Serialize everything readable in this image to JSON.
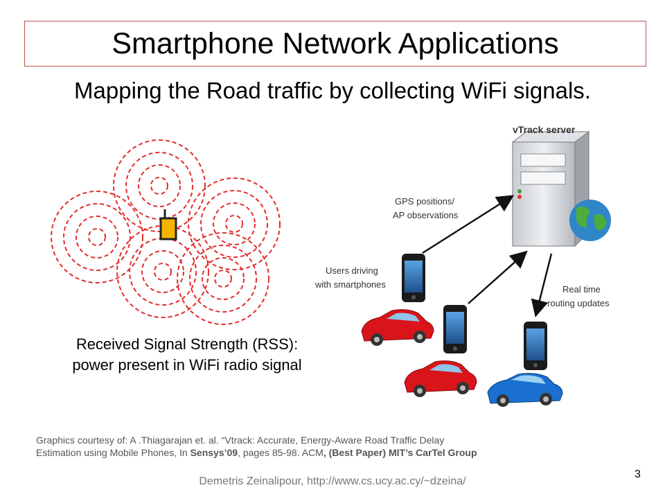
{
  "slide": {
    "title": "Smartphone Network Applications",
    "subtitle": "Mapping the Road traffic by collecting WiFi signals.",
    "rss_caption_line1": "Received Signal Strength (RSS):",
    "rss_caption_line2": "power present in WiFi radio signal",
    "figure_labels": {
      "server": "vTrack server",
      "gps_line1": "GPS positions/",
      "gps_line2": "AP observations",
      "users_line1": "Users driving",
      "users_line2": "with smartphones",
      "realtime_line1": "Real time",
      "realtime_line2": "routing updates"
    },
    "credits": {
      "prefix": "Graphics courtesy of: A .Thiagarajan et. al. “Vtrack: Accurate, Energy-Aware Road Traffic Delay",
      "line2_prefix": "Estimation using Mobile Phones,  In ",
      "venue": "Sensys’09",
      "line2_middle": ", pages 85-98. ACM",
      "award": ", (Best Paper) MIT’s CarTel Group"
    },
    "footer": "Demetris Zeinalipour, http://www.cs.ucy.ac.cy/~dzeina/",
    "page_number": "3"
  },
  "colors": {
    "title_border": "#c0504d",
    "ring_color": "#e32b2b",
    "car_red": "#d9141b",
    "car_blue": "#1a6fd1",
    "phone_marker": "#f5b400"
  }
}
